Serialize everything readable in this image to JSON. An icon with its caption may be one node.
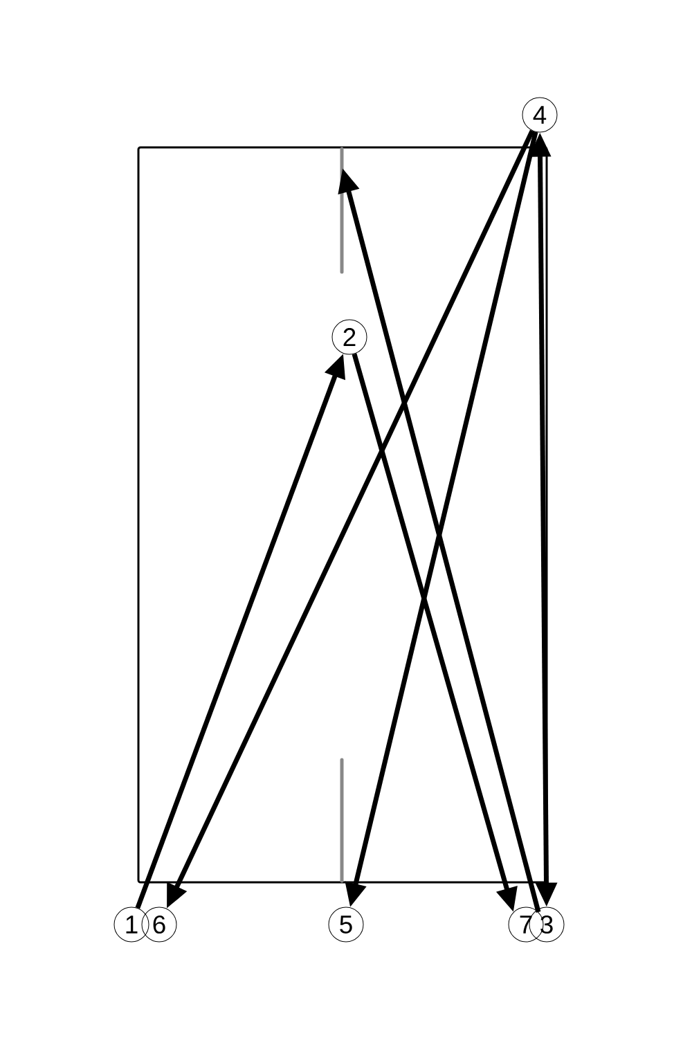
{
  "diagram": {
    "nodes": [
      {
        "text": [
          "4"
        ]
      },
      {
        "text": [
          "2"
        ]
      },
      {
        "text": [
          "1"
        ]
      },
      {
        "text": [
          "6"
        ]
      },
      {
        "text": [
          "5"
        ]
      },
      {
        "text": [
          "7"
        ]
      },
      {
        "text": [
          "3"
        ]
      }
    ],
    "edges": [
      {
        "from": 2,
        "to": 1,
        "arrow": "to"
      },
      {
        "from": 1,
        "to": 5,
        "arrow": "to"
      },
      {
        "from": 5,
        "to": null,
        "arrow": "to"
      },
      {
        "from": 0,
        "to": 6,
        "arrow": "both"
      },
      {
        "from": 0,
        "to": 3,
        "arrow": "to"
      },
      {
        "from": 0,
        "to": 4,
        "arrow": "to"
      }
    ]
  }
}
